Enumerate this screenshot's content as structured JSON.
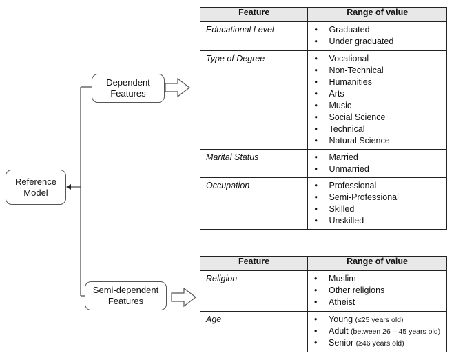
{
  "boxes": {
    "reference_line1": "Reference",
    "reference_line2": "Model",
    "dependent_line1": "Dependent",
    "dependent_line2": "Features",
    "semi_line1": "Semi-dependent",
    "semi_line2": "Features"
  },
  "table1": {
    "header_feature": "Feature",
    "header_range": "Range of value",
    "rows": [
      {
        "feature": "Educational Level",
        "values": [
          {
            "text": "Graduated"
          },
          {
            "text": "Under graduated"
          }
        ]
      },
      {
        "feature": "Type of Degree",
        "values": [
          {
            "text": "Vocational"
          },
          {
            "text": "Non-Technical"
          },
          {
            "text": "Humanities"
          },
          {
            "text": "Arts"
          },
          {
            "text": "Music"
          },
          {
            "text": "Social Science"
          },
          {
            "text": "Technical"
          },
          {
            "text": "Natural Science"
          }
        ]
      },
      {
        "feature": "Marital Status",
        "values": [
          {
            "text": "Married"
          },
          {
            "text": "Unmarried"
          }
        ]
      },
      {
        "feature": "Occupation",
        "values": [
          {
            "text": "Professional"
          },
          {
            "text": "Semi-Professional"
          },
          {
            "text": "Skilled"
          },
          {
            "text": "Unskilled"
          }
        ]
      }
    ]
  },
  "table2": {
    "header_feature": "Feature",
    "header_range": "Range of value",
    "rows": [
      {
        "feature": "Religion",
        "values": [
          {
            "text": "Muslim"
          },
          {
            "text": "Other religions"
          },
          {
            "text": "Atheist"
          }
        ]
      },
      {
        "feature": "Age",
        "values": [
          {
            "text": "Young",
            "note": "(≤25 years old)"
          },
          {
            "text": "Adult",
            "note": "(between 26 – 45 years old)"
          },
          {
            "text": "Senior",
            "note": "(≥46 years old)"
          }
        ]
      }
    ]
  }
}
